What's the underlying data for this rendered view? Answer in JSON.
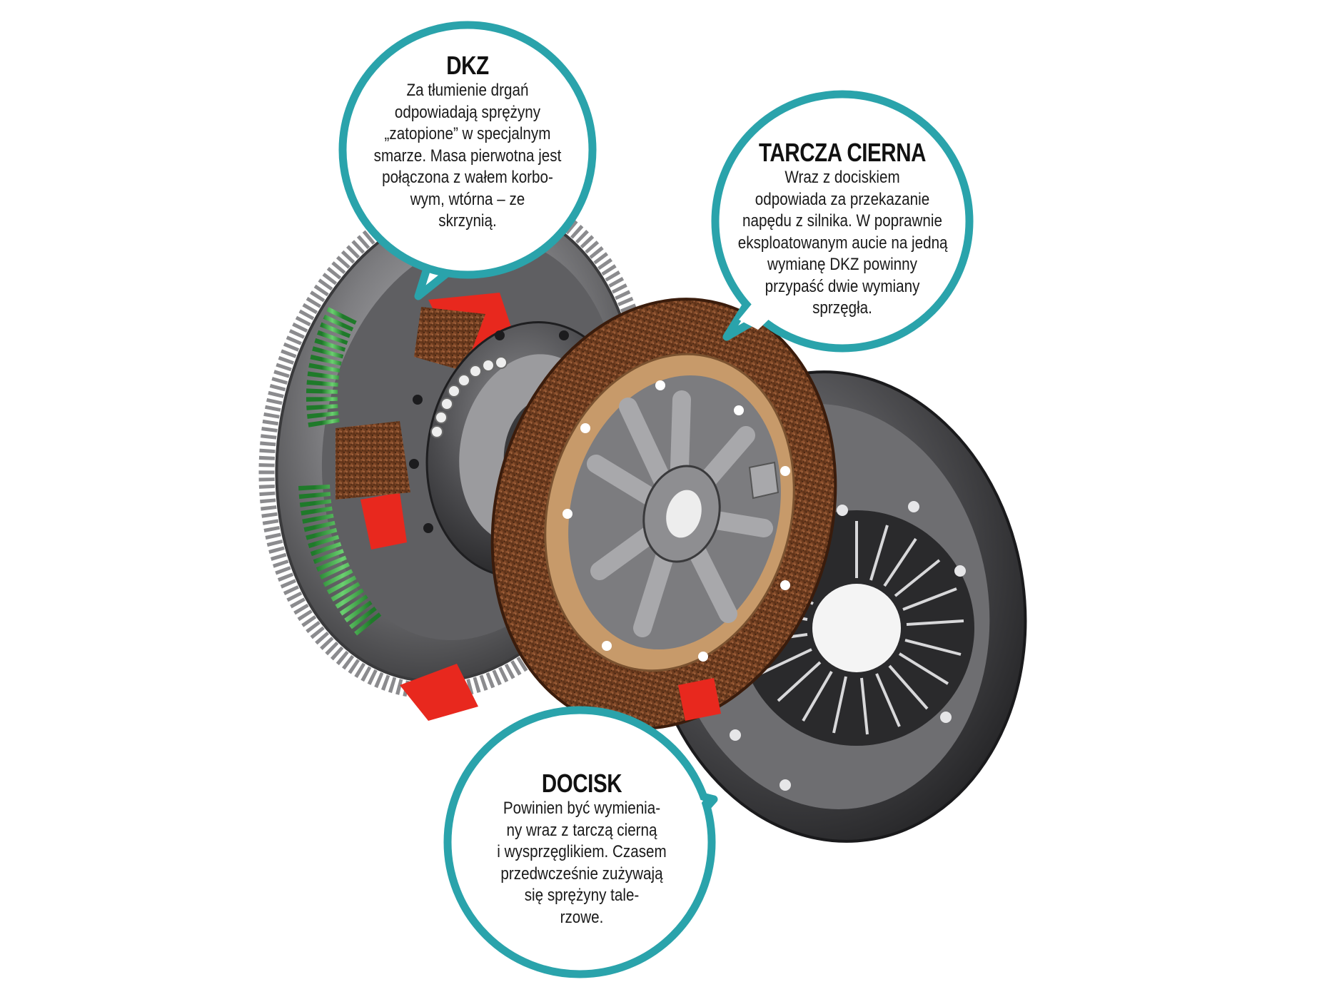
{
  "colors": {
    "bubble_border": "#2aa3ab",
    "bubble_fill": "#ffffff",
    "cut_red": "#e8281e",
    "spring_green": "#3fb24a",
    "friction_brown": "#7a4628",
    "metal_dark": "#3c3c3e",
    "metal_mid": "#7d7d80"
  },
  "callouts": {
    "dkz": {
      "heading": "DKZ",
      "lines": [
        "Za tłumienie drgań",
        "odpowiadają sprężyny",
        "„zatopione” w specjalnym",
        "smarze. Masa pierwotna jest",
        "połączona z wałem korbo-",
        "wym, wtórna – ze",
        "skrzynią."
      ]
    },
    "tarcza": {
      "heading": "TARCZA CIERNA",
      "lines": [
        "Wraz z dociskiem",
        "odpowiada za przekazanie",
        "napędu z silnika. W poprawnie",
        "eksploatowanym aucie na jedną",
        "wymianę DKZ powinny",
        "przypaść dwie wymiany",
        "sprzęgła."
      ]
    },
    "docisk": {
      "heading": "DOCISK",
      "lines": [
        "Powinien być wymienia-",
        "ny wraz z tarczą cierną",
        "i wysprzęglikiem. Czasem",
        "przedwcześnie zużywają",
        "się sprężyny tale-",
        "rzowe."
      ]
    }
  }
}
